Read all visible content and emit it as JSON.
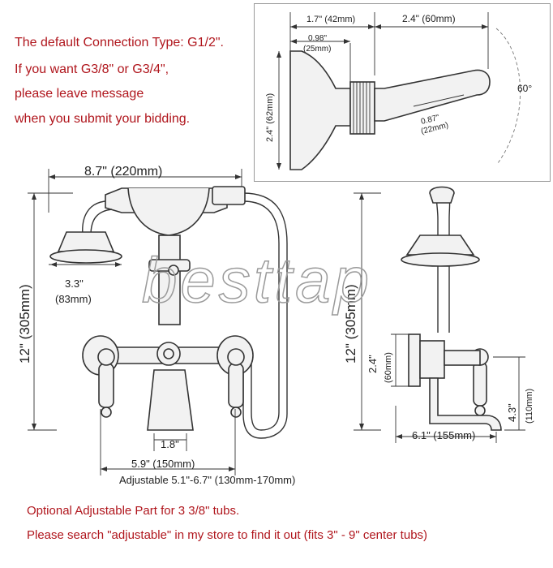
{
  "notes": {
    "line1": "The default Connection Type: G1/2\".",
    "line2": "If you want G3/8\" or G3/4\",",
    "line3": "please leave message",
    "line4": "when you submit your bidding."
  },
  "inset": {
    "dim_top_left": "1.7\" (42mm)",
    "dim_top_right": "2.4\" (60mm)",
    "dim_small": "0.98\"",
    "dim_small_mm": "(25mm)",
    "dim_height": "2.4\" (62mm)",
    "dim_nut": "0.87\"",
    "dim_nut_mm": "(22mm)",
    "angle": "60°"
  },
  "front_view": {
    "width": "8.7\" (220mm)",
    "height": "12\" (305mm)",
    "head_dia": "3.3\"",
    "head_dia_mm": "(83mm)",
    "spout": "1.8\"",
    "center": "5.9\" (150mm)",
    "adjustable": "Adjustable 5.1\"-6.7\" (130mm-170mm)"
  },
  "side_view": {
    "height": "12\" (305mm)",
    "wall": "2.4\"",
    "wall_mm": "(60mm)",
    "spout_drop": "4.3\"",
    "spout_drop_mm": "(110mm)",
    "reach": "6.1\" (155mm)"
  },
  "watermark": "besttap",
  "bottom_notes": {
    "line1": "Optional Adjustable Part for 3 3/8\" tubs.",
    "line2": "Please search \"adjustable\" in my store to find it out (fits 3\" - 9\" center tubs)"
  },
  "colors": {
    "note_red": "#b0161d",
    "line": "#333333"
  }
}
